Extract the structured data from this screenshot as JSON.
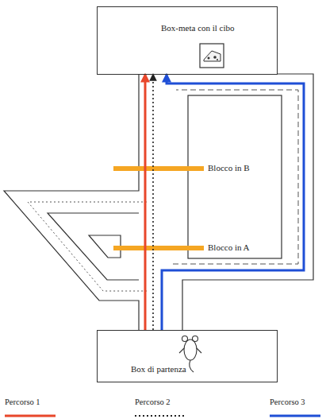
{
  "diagram": {
    "nodes": [
      {
        "text": [
          "Box-meta con il cibo"
        ]
      },
      {
        "text": [
          "Box di partenza"
        ]
      }
    ],
    "edges": [
      {
        "from": 1,
        "to": 0,
        "arrow": "to"
      },
      {
        "from": 1,
        "to": 0,
        "arrow": "to"
      },
      {
        "from": 1,
        "to": 0,
        "arrow": "to"
      }
    ],
    "labels": [
      "Blocco in B",
      "Blocco in A"
    ],
    "legend": [
      {
        "text": "Percorso 1"
      },
      {
        "text": "Percorso 2"
      },
      {
        "text": "Percorso 3"
      }
    ]
  }
}
